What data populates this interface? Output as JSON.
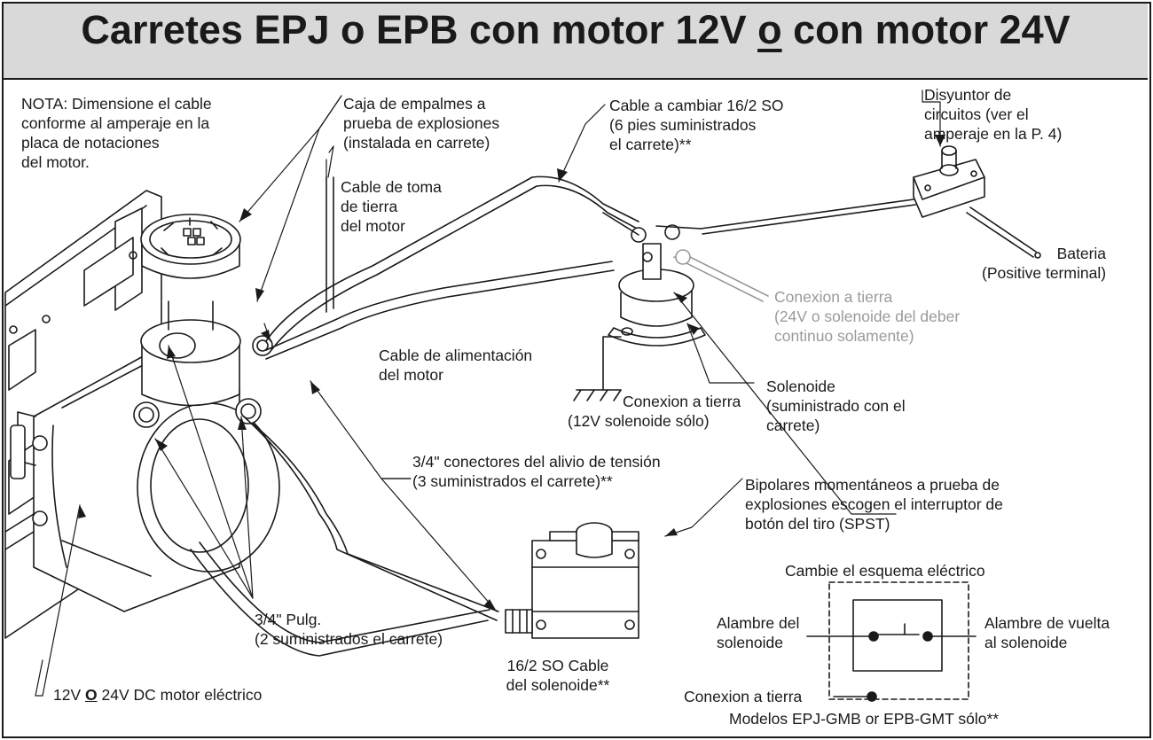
{
  "title": {
    "part1": "Carretes EPJ o EPB con motor 12V ",
    "underlined": "o",
    "part2": " con motor 24V"
  },
  "labels": {
    "nota": [
      "NOTA: Dimensione el cable",
      "conforme al amperaje en la",
      "placa de notaciones",
      "del motor."
    ],
    "caja": [
      "Caja de empalmes a",
      "prueba de explosiones",
      "(instalada en carrete)"
    ],
    "cable_cambiar": [
      "Cable a cambiar 16/2 SO",
      "(6 pies suministrados",
      "el carrete)**"
    ],
    "disyuntor": [
      "Disyuntor de",
      "circuitos (ver el",
      "amperaje en la P. 4)"
    ],
    "toma_tierra": [
      "Cable de toma",
      "de tierra",
      "del motor"
    ],
    "bateria": [
      "Bateria",
      "(Positive terminal)"
    ],
    "conexion_gris": [
      "Conexion a tierra",
      "(24V o solenoide del deber",
      "continuo solamente)"
    ],
    "alimentacion": [
      "Cable de alimentación",
      "del motor"
    ],
    "conexion_12v": [
      "Conexion a tierra",
      "(12V solenoide sólo)"
    ],
    "solenoide": [
      "Solenoide",
      "(suministrado con el",
      "carrete)"
    ],
    "conectores": [
      "3/4\" conectores del alivio de tensión",
      "(3 suministrados el carrete)**"
    ],
    "bipolares": [
      "Bipolares momentáneos a prueba de",
      "explosiones escogen el interruptor de",
      "botón del tiro (SPST)"
    ],
    "esquema_title": "Cambie el esquema eléctrico",
    "alambre_sol": [
      "Alambre del",
      "solenoide"
    ],
    "alambre_vuelta": [
      "Alambre de vuelta",
      "al solenoide"
    ],
    "pulg": [
      "3/4\" Pulg.",
      "(2 suministrados el carrete)"
    ],
    "cable_sol": [
      "16/2 SO Cable",
      "del solenoide**"
    ],
    "motor": {
      "a": "12V ",
      "o": "O",
      "b": " 24V DC motor eléctrico"
    },
    "conexion_tierra_box": "Conexion a tierra",
    "modelos": "Modelos EPJ-GMB or EPB-GMT sólo**"
  }
}
